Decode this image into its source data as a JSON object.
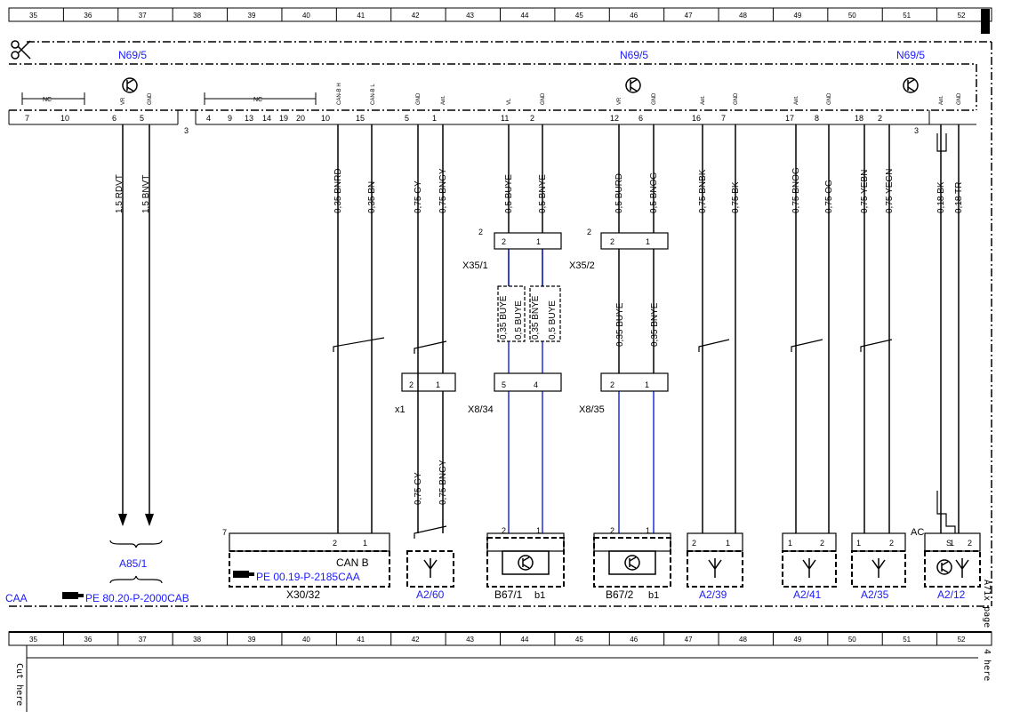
{
  "ruler_top": [
    "35",
    "36",
    "37",
    "38",
    "39",
    "40",
    "41",
    "42",
    "43",
    "44",
    "45",
    "46",
    "47",
    "48",
    "49",
    "50",
    "51",
    "52"
  ],
  "ruler_bottom": [
    "35",
    "36",
    "37",
    "38",
    "39",
    "40",
    "41",
    "42",
    "43",
    "44",
    "45",
    "46",
    "47",
    "48",
    "49",
    "50",
    "51",
    "52"
  ],
  "module_labels": [
    "N69/5",
    "N69/5",
    "N69/5"
  ],
  "connector_pins": [
    "7",
    "10",
    "6",
    "5",
    "3",
    "4",
    "9",
    "13",
    "14",
    "19",
    "20",
    "10",
    "15",
    "5",
    "1",
    "11",
    "2",
    "12",
    "6",
    "16",
    "7",
    "17",
    "8",
    "18",
    "2",
    "3"
  ],
  "pin_functions": [
    "VR",
    "GND",
    "CAN-B H",
    "CAN-B L",
    "GND",
    "Ant.",
    "VL",
    "GND",
    "VR",
    "GND",
    "Ant.",
    "GND",
    "Ant.",
    "GND",
    "Ant.",
    "GND",
    "NC",
    "NC"
  ],
  "wires": [
    "1,5 RDVT",
    "1,5 BNVT",
    "0,35 BNRD",
    "0,35 BN",
    "0,75 GY",
    "0,75 BNGY",
    "0,5 BUYE",
    "0,5 BNYE",
    "0,5 BURD",
    "0,5 BNOG",
    "0,75 BNBK",
    "0,75 BK",
    "0,75 BNOG",
    "0,75 OG",
    "0,75 YEBN",
    "0,75 YEGN",
    "0,18 BK",
    "0,18 TR"
  ],
  "mid_wires": [
    "0,35 BUYE",
    "0,5 BUYE",
    "0,35 BNYE",
    "0,5 BUYE",
    "0,35 BUYE",
    "0,35 BNYE",
    "0,75 GY",
    "0,75 BNGY"
  ],
  "connectors": [
    "X35/1",
    "X35/2",
    "x1",
    "X8/34",
    "X8/35"
  ],
  "connector_pin_numbers": [
    "2",
    "2",
    "1",
    "2",
    "2",
    "1",
    "2",
    "1",
    "5",
    "4",
    "2",
    "1",
    "2",
    "1",
    "2",
    "1",
    "2",
    "1",
    "2",
    "1",
    "1",
    "2",
    "1",
    "2",
    "1",
    "2",
    "S",
    "7"
  ],
  "components": [
    "A85/1",
    "X30/32",
    "A2/60",
    "B67/1",
    "B67/2",
    "A2/39",
    "A2/41",
    "A2/35",
    "A2/12"
  ],
  "component_suffix": [
    "b1",
    "b1"
  ],
  "can_label": "CAN B",
  "refs": [
    "PE 00.19-P-2185CAA",
    "PE 80.20-P-2000CAB"
  ],
  "left_cut": "CAA",
  "ac_label": "AC",
  "cut_here": "Cut here",
  "side_note_1": "A71x page",
  "side_note_2": "4 here",
  "colors": {
    "module": "#1a1aff",
    "wire_blue": "#1f2fe0",
    "line": "#000000"
  }
}
